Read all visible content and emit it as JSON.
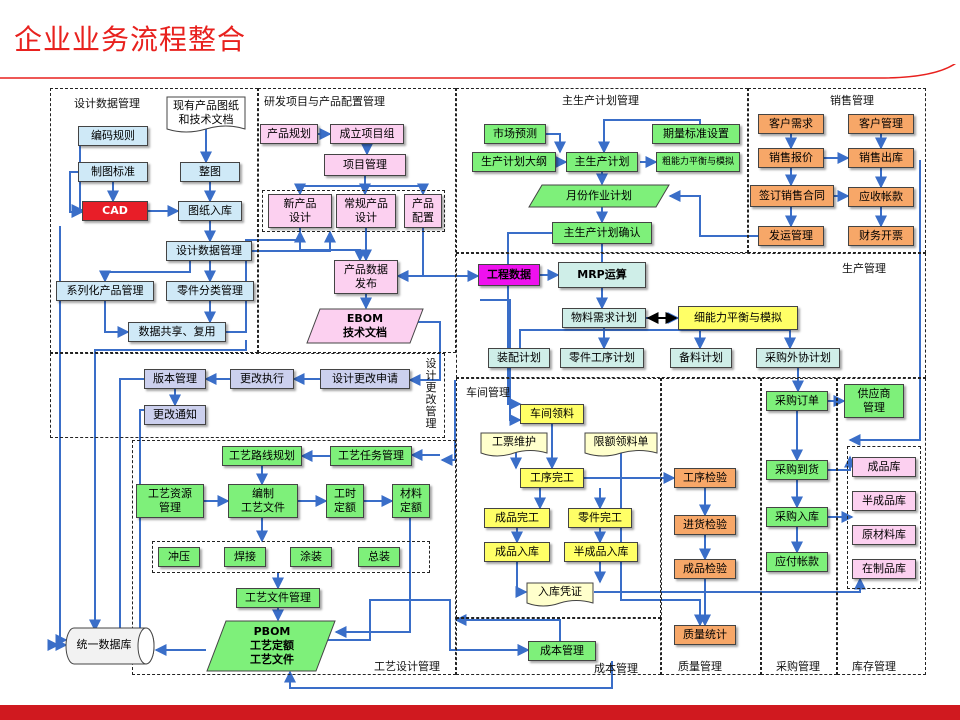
{
  "title": "企业业务流程整合",
  "regions": {
    "design_data": "设计数据管理",
    "rd": "研发项目与产品配置管理",
    "master_plan": "主生产计划管理",
    "sales": "销售管理",
    "production": "生产管理",
    "change": "设计\n更改\n管理",
    "workshop": "车间管理",
    "process": "工艺设计管理",
    "cost": "成本管理",
    "quality": "质量管理",
    "purchase": "采购管理",
    "inventory": "库存管理"
  },
  "nodes": {
    "existing_drawings": "现有产品图纸\n和技术文档",
    "coding_rules": "编码规则",
    "drawing_std": "制图标准",
    "organize": "整图",
    "cad": "CAD",
    "drawing_store": "图纸入库",
    "design_data_mgmt": "设计数据管理",
    "series_mgmt": "系列化产品管理",
    "parts_class": "零件分类管理",
    "data_share": "数据共享、复用",
    "product_plan": "产品规划",
    "project_setup": "成立项目组",
    "project_mgmt": "项目管理",
    "new_design": "新产品\n设计",
    "regular_design": "常规产品\n设计",
    "product_config": "产品\n配置",
    "data_release": "产品数据\n发布",
    "ebom": "EBOM\n技术文档",
    "version_mgmt": "版本管理",
    "change_exec": "更改执行",
    "change_request": "设计更改申请",
    "change_notice": "更改通知",
    "market_forecast": "市场预测",
    "standard_setting": "期量标准设置",
    "plan_outline": "生产计划大纲",
    "master_plan_node": "主生产计划",
    "capacity_balance": "粗能力平衡与模拟",
    "monthly_plan": "月份作业计划",
    "plan_confirm": "主生产计划确认",
    "customer_demand": "客户需求",
    "customer_mgmt": "客户管理",
    "sales_quote": "销售报价",
    "sales_out": "销售出库",
    "sign_contract": "签订销售合同",
    "receivable": "应收帐款",
    "shipping": "发运管理",
    "invoice": "财务开票",
    "eng_data": "工程数据",
    "mrp": "MRP运算",
    "material_plan": "物料需求计划",
    "fine_capacity": "细能力平衡与模拟",
    "assembly_plan": "装配计划",
    "parts_process_plan": "零件工序计划",
    "prep_plan": "备料计划",
    "outsource_plan": "采购外协计划",
    "workshop_pick": "车间领料",
    "ticket_maint": "工票维护",
    "quota_pick": "限额领料单",
    "process_done": "工序完工",
    "process_inspect": "工序检验",
    "product_done": "成品完工",
    "part_done": "零件完工",
    "incoming_inspect": "进货检验",
    "product_in": "成品入库",
    "semi_in": "半成品入库",
    "product_inspect": "成品检验",
    "storage_voucher": "入库凭证",
    "quality_stats": "质量统计",
    "cost_mgmt": "成本管理",
    "purchase_order": "采购订单",
    "supplier_mgmt": "供应商\n管理",
    "purchase_arrival": "采购到货",
    "purchase_in": "采购入库",
    "payable": "应付帐款",
    "finished_store": "成品库",
    "semi_store": "半成品库",
    "raw_store": "原材料库",
    "wip_store": "在制品库",
    "route_plan": "工艺路线规划",
    "process_task": "工艺任务管理",
    "process_resource": "工艺资源\n管理",
    "compile_docs": "编制\n工艺文件",
    "time_quota": "工时\n定额",
    "material_quota": "材料\n定额",
    "stamping": "冲压",
    "welding": "焊接",
    "painting": "涂装",
    "assembly": "总装",
    "process_file_mgmt": "工艺文件管理",
    "pbom": "PBOM\n工艺定额\n工艺文件",
    "unified_db": "统一数据库"
  },
  "colors": {
    "title_red": "#e8211e",
    "footer_red": "#d0191f",
    "wire_blue": "#3a6ec8"
  }
}
